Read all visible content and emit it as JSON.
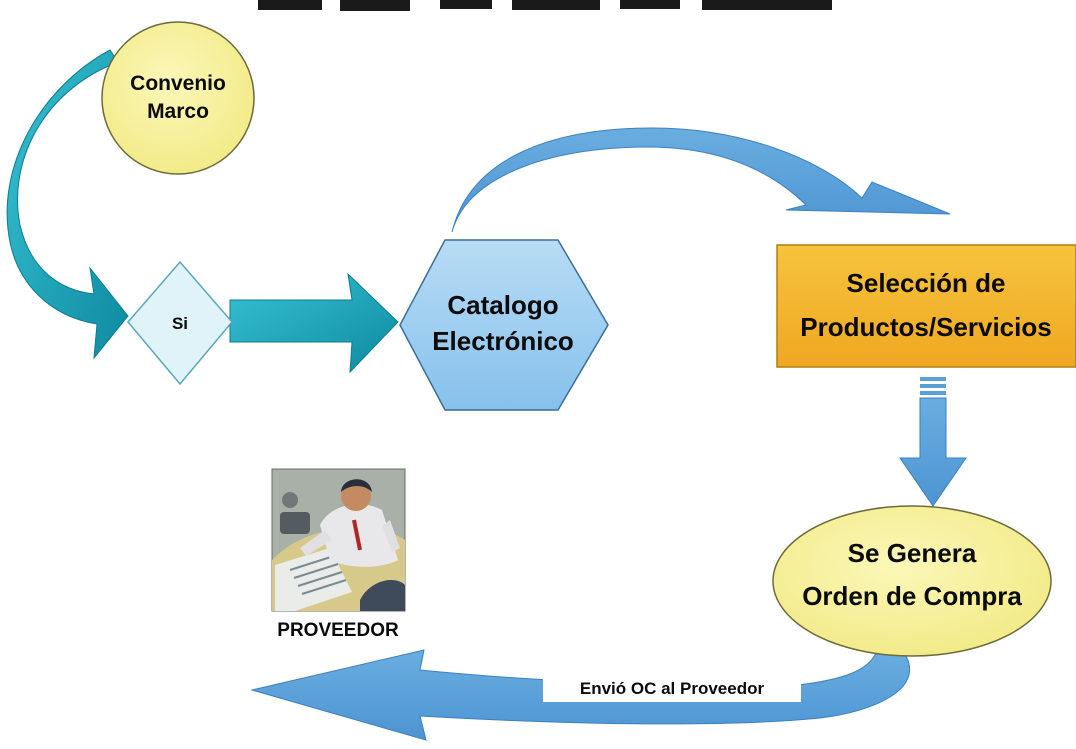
{
  "title_partial": "...gr... ...y... ...p... ...p... ...",
  "nodes": {
    "convenio": {
      "line1": "Convenio",
      "line2": "Marco"
    },
    "si": {
      "label": "Si"
    },
    "catalogo": {
      "line1": "Catalogo",
      "line2": "Electrónico"
    },
    "seleccion": {
      "line1": "Selección de",
      "line2": "Productos/Servicios"
    },
    "orden": {
      "line1": "Se Genera",
      "line2": "Orden de Compra"
    },
    "proveedor": {
      "label": "PROVEEDOR"
    }
  },
  "edges": {
    "envio": {
      "label": "Envió OC al Proveedor"
    }
  },
  "colors": {
    "teal": "#1aa3b5",
    "light_blue": "#7bbbe6",
    "hex_blue": "#a9d3f2",
    "yellow_circle": "#f6f19a",
    "orange_box": "#f3b82b",
    "diamond": "#d9f1f7"
  },
  "icons": {
    "proveedor_picture": "businessman-at-desk-illustration"
  }
}
